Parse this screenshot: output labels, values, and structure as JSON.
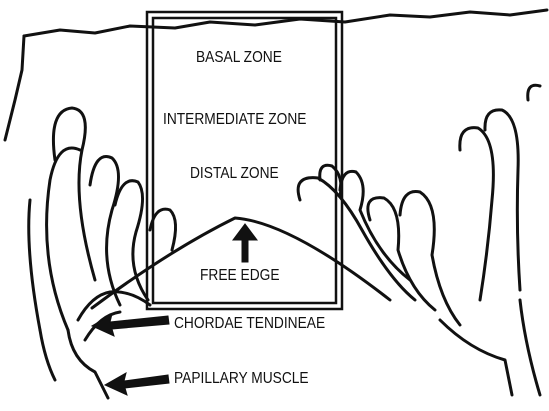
{
  "labels": {
    "basal_zone": "BASAL ZONE",
    "intermediate_zone": "INTERMEDIATE ZONE",
    "distal_zone": "DISTAL ZONE",
    "free_edge": "FREE EDGE",
    "chordae_tendineae": "CHORDAE TENDINEAE",
    "papillary_muscle": "PAPILLARY MUSCLE"
  },
  "colors": {
    "ink": "#111111",
    "background": "#ffffff"
  }
}
